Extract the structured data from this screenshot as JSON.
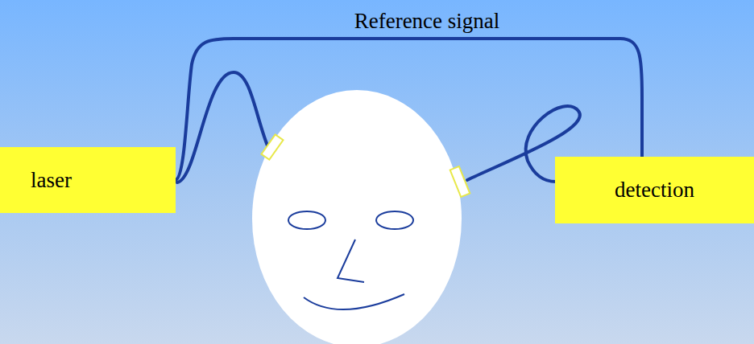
{
  "diagram": {
    "nodes": [
      {
        "text": [
          "laser"
        ]
      },
      {
        "text": [
          "detection"
        ]
      }
    ],
    "edges": [
      {
        "from": 0,
        "to": 1,
        "arrow": "none",
        "label": "Reference signal"
      }
    ]
  }
}
